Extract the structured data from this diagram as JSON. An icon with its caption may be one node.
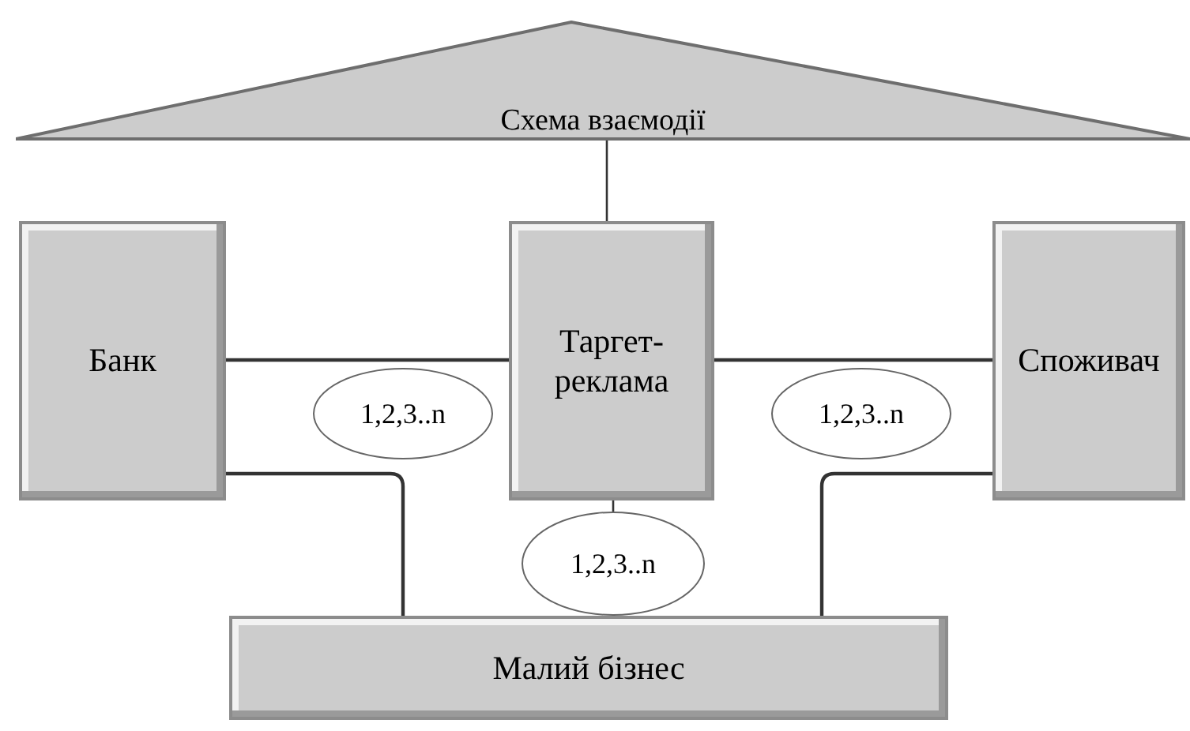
{
  "diagram": {
    "nodes": [
      {
        "text": [
          "Схема взаємодії"
        ]
      },
      {
        "text": [
          "Банк"
        ]
      },
      {
        "text": [
          "Таргет- реклама"
        ]
      },
      {
        "text": [
          "Споживач"
        ]
      },
      {
        "text": [
          "1,2,3..n"
        ]
      },
      {
        "text": [
          "1,2,3..n"
        ]
      },
      {
        "text": [
          "1,2,3..n"
        ]
      },
      {
        "text": [
          "Малий бізнес"
        ]
      }
    ],
    "edges": [
      {
        "from": 0,
        "to": 2,
        "arrow": "none"
      },
      {
        "from": 1,
        "to": 2,
        "arrow": "none"
      },
      {
        "from": 2,
        "to": 3,
        "arrow": "none"
      },
      {
        "from": 1,
        "to": 7,
        "arrow": "none"
      },
      {
        "from": 3,
        "to": 7,
        "arrow": "none"
      },
      {
        "from": 2,
        "to": 6,
        "arrow": "none"
      }
    ]
  }
}
